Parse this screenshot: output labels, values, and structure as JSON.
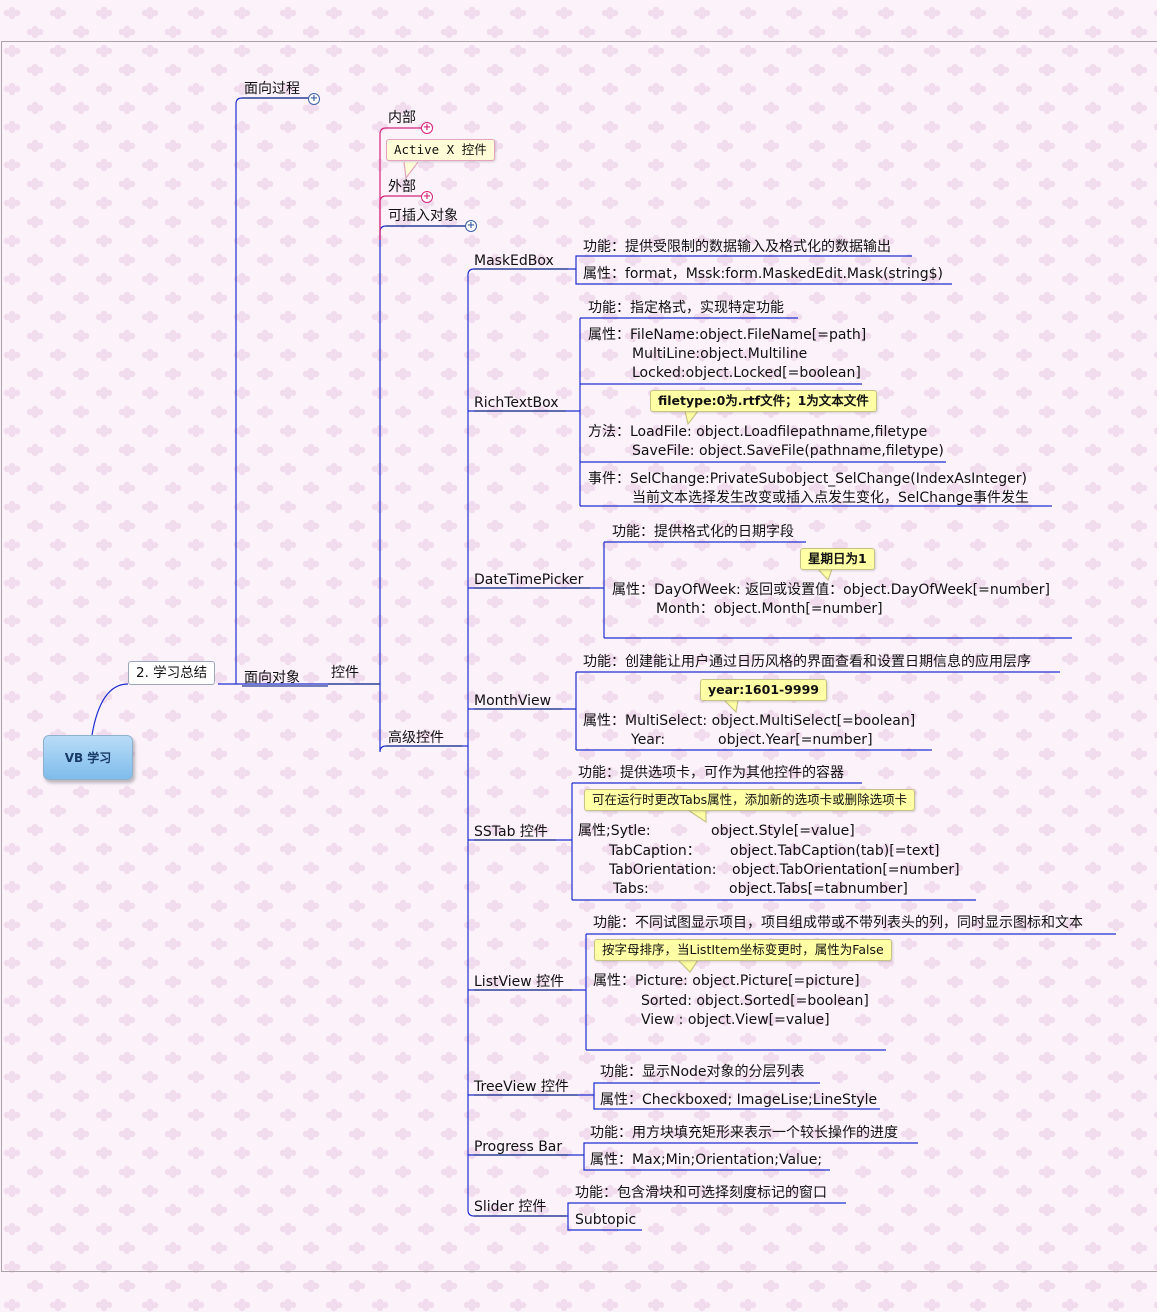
{
  "root": "VB 学习",
  "summary": "2. 学习总结",
  "oop": "面向过程",
  "ooo": "面向对象",
  "controls": "控件",
  "inner": "内部",
  "activex": "Active X 控件",
  "outer": "外部",
  "insertable": "可插入对象",
  "advanced": "高级控件",
  "nodes": {
    "maskedbox": {
      "label": "MaskEdBox",
      "func": "功能：提供受限制的数据输入及格式化的数据输出",
      "prop": "属性：format，Mssk:form.MaskedEdit.Mask(string$)"
    },
    "richtext": {
      "label": "RichTextBox",
      "func": "功能：指定格式，实现特定功能",
      "prop1": "属性：FileName:object.FileName[=path]",
      "prop2": "MultiLine:object.Multiline",
      "prop3": "Locked:object.Locked[=boolean]",
      "note": "filetype:0为.rtf文件；1为文本文件",
      "method1": "方法：LoadFile:  object.Loadfilepathname,filetype",
      "method2": "SaveFile:  object.SaveFile(pathname,filetype)",
      "event1": "事件：SelChange:PrivateSubobject_SelChange(IndexAsInteger)",
      "event2": "当前文本选择发生改变或插入点发生变化，SelChange事件发生"
    },
    "dtp": {
      "label": "DateTimePicker",
      "func": "功能：提供格式化的日期字段",
      "note": "星期日为1",
      "prop1": "属性：DayOfWeek: 返回或设置值：object.DayOfWeek[=number]",
      "prop2": "Month：object.Month[=number]"
    },
    "monthview": {
      "label": "MonthView",
      "func": "功能：创建能让用户通过日历风格的界面查看和设置日期信息的应用层序",
      "note": "year:1601-9999",
      "prop1": "属性：MultiSelect: object.MultiSelect[=boolean]",
      "prop2a": "Year:",
      "prop2b": "object.Year[=number]"
    },
    "sstab": {
      "label": "SSTab 控件",
      "func": "功能：提供选项卡，可作为其他控件的容器",
      "note": "可在运行时更改Tabs属性，添加新的选项卡或删除选项卡",
      "p1a": "属性;Sytle:",
      "p1b": "object.Style[=value]",
      "p2a": "TabCaption：",
      "p2b": "object.TabCaption(tab)[=text]",
      "p3a": "TabOrientation:",
      "p3b": "object.TabOrientation[=number]",
      "p4a": "Tabs:",
      "p4b": "object.Tabs[=tabnumber]"
    },
    "listview": {
      "label": "ListView 控件",
      "func": "功能：不同试图显示项目，项目组成带或不带列表头的列，同时显示图标和文本",
      "note": "按字母排序，当ListItem坐标变更时，属性为False",
      "p1": "属性：Picture:  object.Picture[=picture]",
      "p2": "Sorted:  object.Sorted[=boolean]",
      "p3": "View   : object.View[=value]"
    },
    "treeview": {
      "label": "TreeView 控件",
      "func": "功能：显示Node对象的分层列表",
      "prop": "属性：Checkboxed; ImageLise;LineStyle"
    },
    "progress": {
      "label": "Progress Bar",
      "func": "功能：用方块填充矩形来表示一个较长操作的进度",
      "prop": "属性：Max;Min;Orientation;Value;"
    },
    "slider": {
      "label": "Slider 控件",
      "func": "功能：包含滑块和可选择刻度标记的窗口",
      "sub": "Subtopic"
    }
  },
  "colors": {
    "line": "#1f2fcf",
    "pink": "#d4267a",
    "underline": "#243b8c"
  }
}
